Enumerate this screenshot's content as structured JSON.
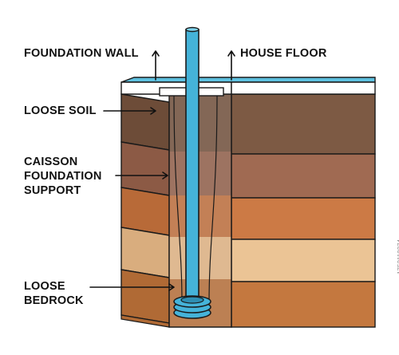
{
  "labels": {
    "foundation_wall": "FOUNDATION WALL",
    "house_floor": "HOUSE FLOOR",
    "loose_soil": "LOOSE SOIL",
    "caisson": [
      "CAISSON",
      "FOUNDATION",
      "SUPPORT"
    ],
    "loose_bedrock": [
      "LOOSE",
      "BEDROCK"
    ]
  },
  "watermark": "1752119274",
  "colors": {
    "outline": "#1a1a1a",
    "pipe": "#45b3d9",
    "floor_top": "#5ec1e0",
    "floor_edge": "#ffffff",
    "layers": [
      "#7d5a44",
      "#a06a52",
      "#cc7a45",
      "#ebc495",
      "#c4783f"
    ],
    "layers_side": [
      "#6d4c38",
      "#8c5a45",
      "#b86a38",
      "#d9ad7e",
      "#b06a35"
    ]
  }
}
